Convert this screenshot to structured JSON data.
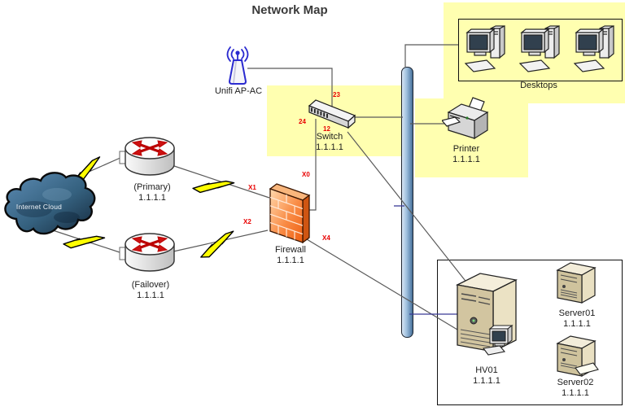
{
  "title": "Network Map",
  "nodes": {
    "internet_cloud": {
      "label": "Internet Cloud"
    },
    "ap": {
      "label": "Unifi AP-AC"
    },
    "router_primary": {
      "label": "(Primary)",
      "ip": "1.1.1.1"
    },
    "router_failover": {
      "label": "(Failover)",
      "ip": "1.1.1.1"
    },
    "firewall": {
      "label": "Firewall",
      "ip": "1.1.1.1"
    },
    "switch": {
      "label": "Switch",
      "ip": "1.1.1.1"
    },
    "printer": {
      "label": "Printer",
      "ip": "1.1.1.1"
    },
    "desktops": {
      "label": "Desktops"
    },
    "hv01": {
      "label": "HV01",
      "ip": "1.1.1.1"
    },
    "server01": {
      "label": "Server01",
      "ip": "1.1.1.1"
    },
    "server02": {
      "label": "Server02",
      "ip": "1.1.1.1"
    }
  },
  "ports": {
    "switch_uplink_ap": "23",
    "switch_to_firewall": "24",
    "switch_to_hv01": "12",
    "firewall_lan": "X0",
    "firewall_wan_primary": "X1",
    "firewall_wan_failover": "X2",
    "firewall_dmz": "X4"
  },
  "colors": {
    "highlight_yellow": "#ffffb0",
    "port_label_red": "#e80000",
    "backbone_blue": "#9dbedc",
    "line_gray": "#5a5a5a",
    "line_navy": "#3a3a96",
    "lightning_yellow": "#ffff00",
    "firewall_orange": "#ef6a1e",
    "server_tan": "#cfc39d"
  }
}
